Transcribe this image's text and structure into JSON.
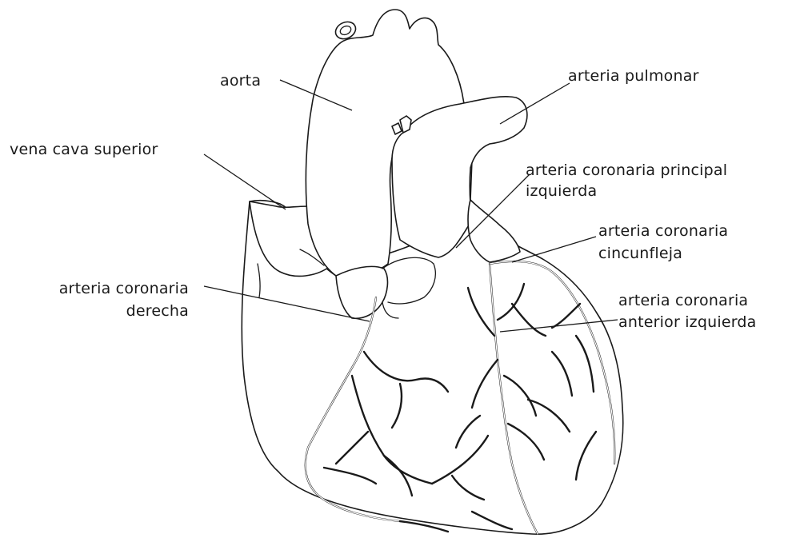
{
  "labels": {
    "aorta": "aorta",
    "pulmonary_artery": "arteria pulmonar",
    "superior_vena_cava": "vena cava superior",
    "left_main_coronary_1": "arteria coronaria principal",
    "left_main_coronary_2": "izquierda",
    "circumflex_1": "arteria coronaria",
    "circumflex_2": "cincunfleja",
    "right_coronary_1": "arteria coronaria",
    "right_coronary_2": "derecha",
    "lad_1": "arteria coronaria",
    "lad_2": "anterior izquierda"
  },
  "colors": {
    "ink": "#1a1a1a",
    "background": "#ffffff"
  }
}
